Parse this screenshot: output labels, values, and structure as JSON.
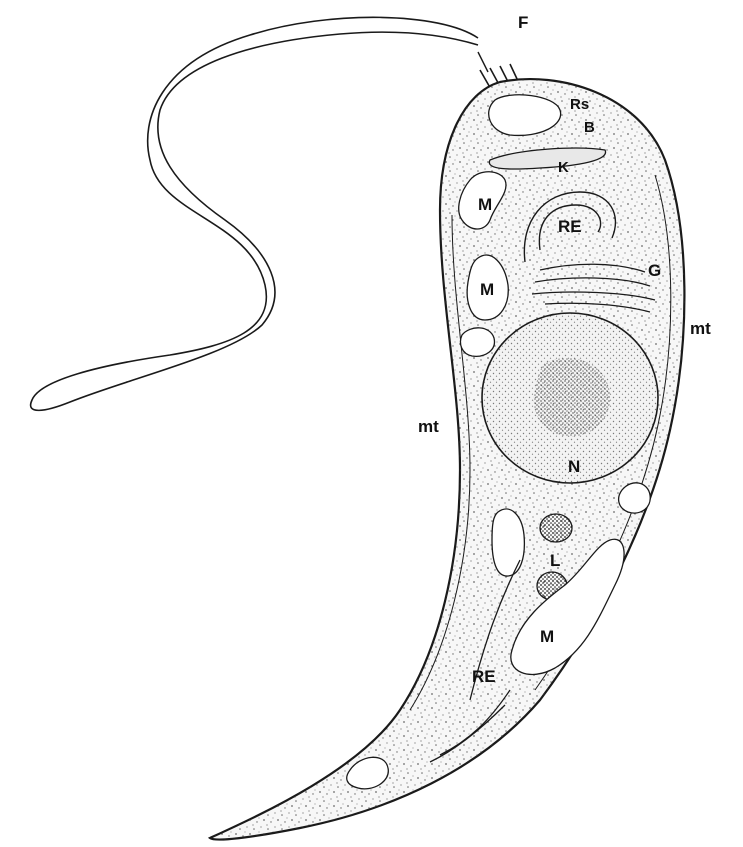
{
  "diagram": {
    "subject": "",
    "colors": {
      "ink": "#1a1a1a",
      "cytoplasm": "#f4f4f4",
      "stipple": "#3a3a3a"
    },
    "labels": {
      "flagellum": "F",
      "reservosome": "Rs",
      "basal_body": "B",
      "kinetoplast": "K",
      "mitochondrion_upper": "M",
      "mitochondrion_middle": "M",
      "reticulum_upper": "RE",
      "golgi": "G",
      "microtubules_right": "mt",
      "microtubules_left": "mt",
      "nucleus": "N",
      "lipid": "L",
      "mitochondrion_lower": "M",
      "reticulum_lower": "RE"
    }
  }
}
